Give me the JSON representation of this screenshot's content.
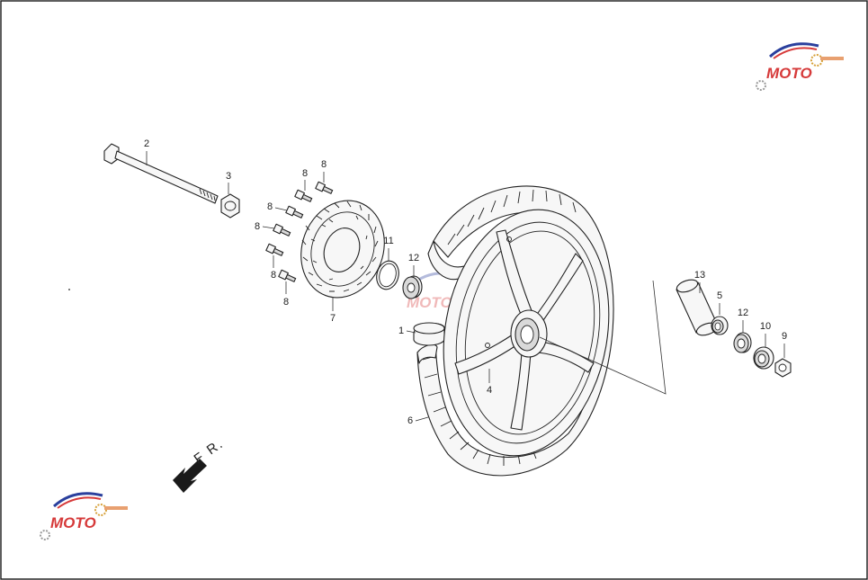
{
  "direction_label": "F R.",
  "callouts": {
    "axle": "2",
    "axle_nut": "3",
    "bolt_a": "8",
    "bolt_b": "8",
    "bolt_c": "8",
    "bolt_d": "8",
    "bolt_e": "8",
    "bolt_f": "8",
    "disc": "7",
    "ring": "11",
    "bearing_left": "12",
    "tube": "1",
    "rim": "4",
    "tire": "6",
    "spacer": "13",
    "collar": "5",
    "bearing_right": "12",
    "seal": "10",
    "nut": "9"
  },
  "watermark": {
    "text": "MOTO",
    "colors": {
      "brand_blue": "#2a3f9d",
      "brand_red": "#d63a3a",
      "gear_gray": "#9a9a9a"
    }
  }
}
